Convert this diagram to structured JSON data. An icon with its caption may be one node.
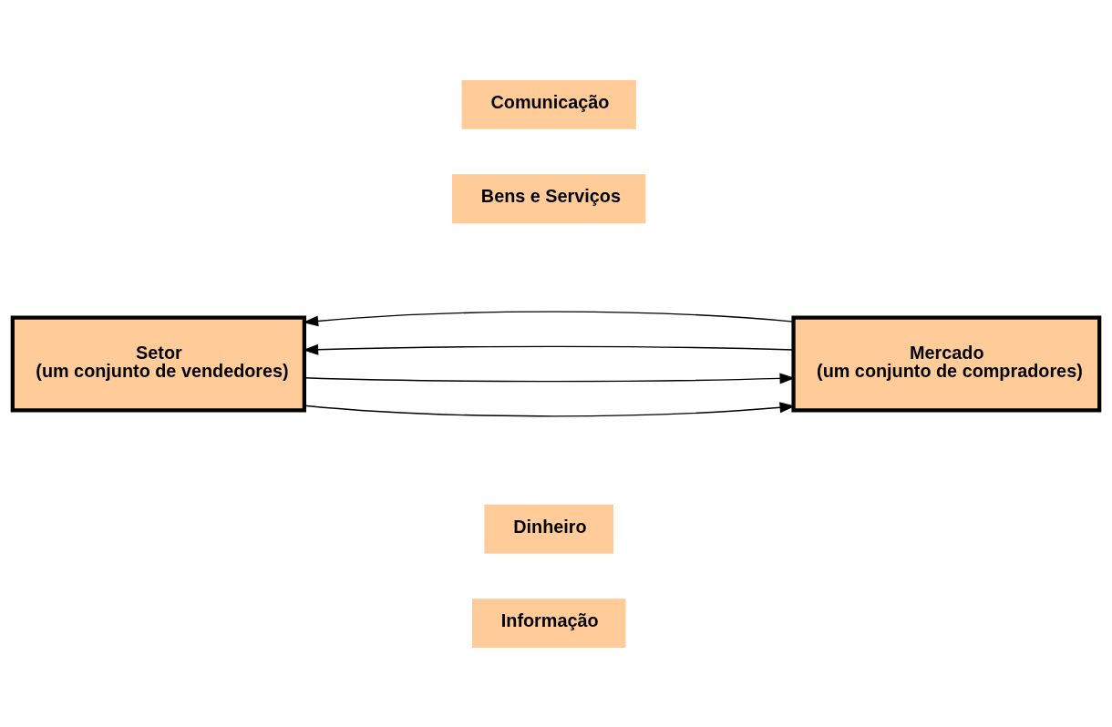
{
  "diagram": {
    "nodes": [
      {
        "text": [
          "Comunicação"
        ]
      },
      {
        "text": [
          "Bens e Serviços"
        ]
      },
      {
        "text": [
          "Setor",
          "(um conjunto de vendedores)"
        ]
      },
      {
        "text": [
          "Mercado",
          "(um conjunto de compradores)"
        ]
      },
      {
        "text": [
          "Dinheiro"
        ]
      },
      {
        "text": [
          "Informação"
        ]
      }
    ],
    "edges": [
      {
        "from": 2,
        "to": 3,
        "arrow": "to"
      },
      {
        "from": 2,
        "to": 3,
        "arrow": "to"
      },
      {
        "from": 3,
        "to": 2,
        "arrow": "to"
      },
      {
        "from": 3,
        "to": 2,
        "arrow": "to"
      }
    ]
  }
}
